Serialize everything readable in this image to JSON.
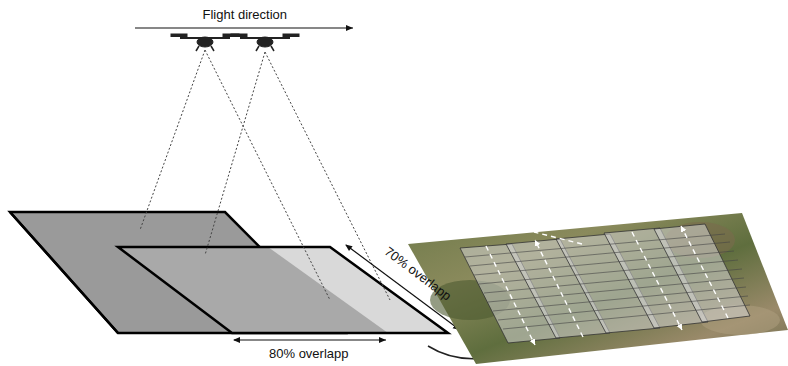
{
  "diagram": {
    "labels": [
      "Flight direction",
      "70% overlapp",
      "80% overlapp"
    ]
  }
}
